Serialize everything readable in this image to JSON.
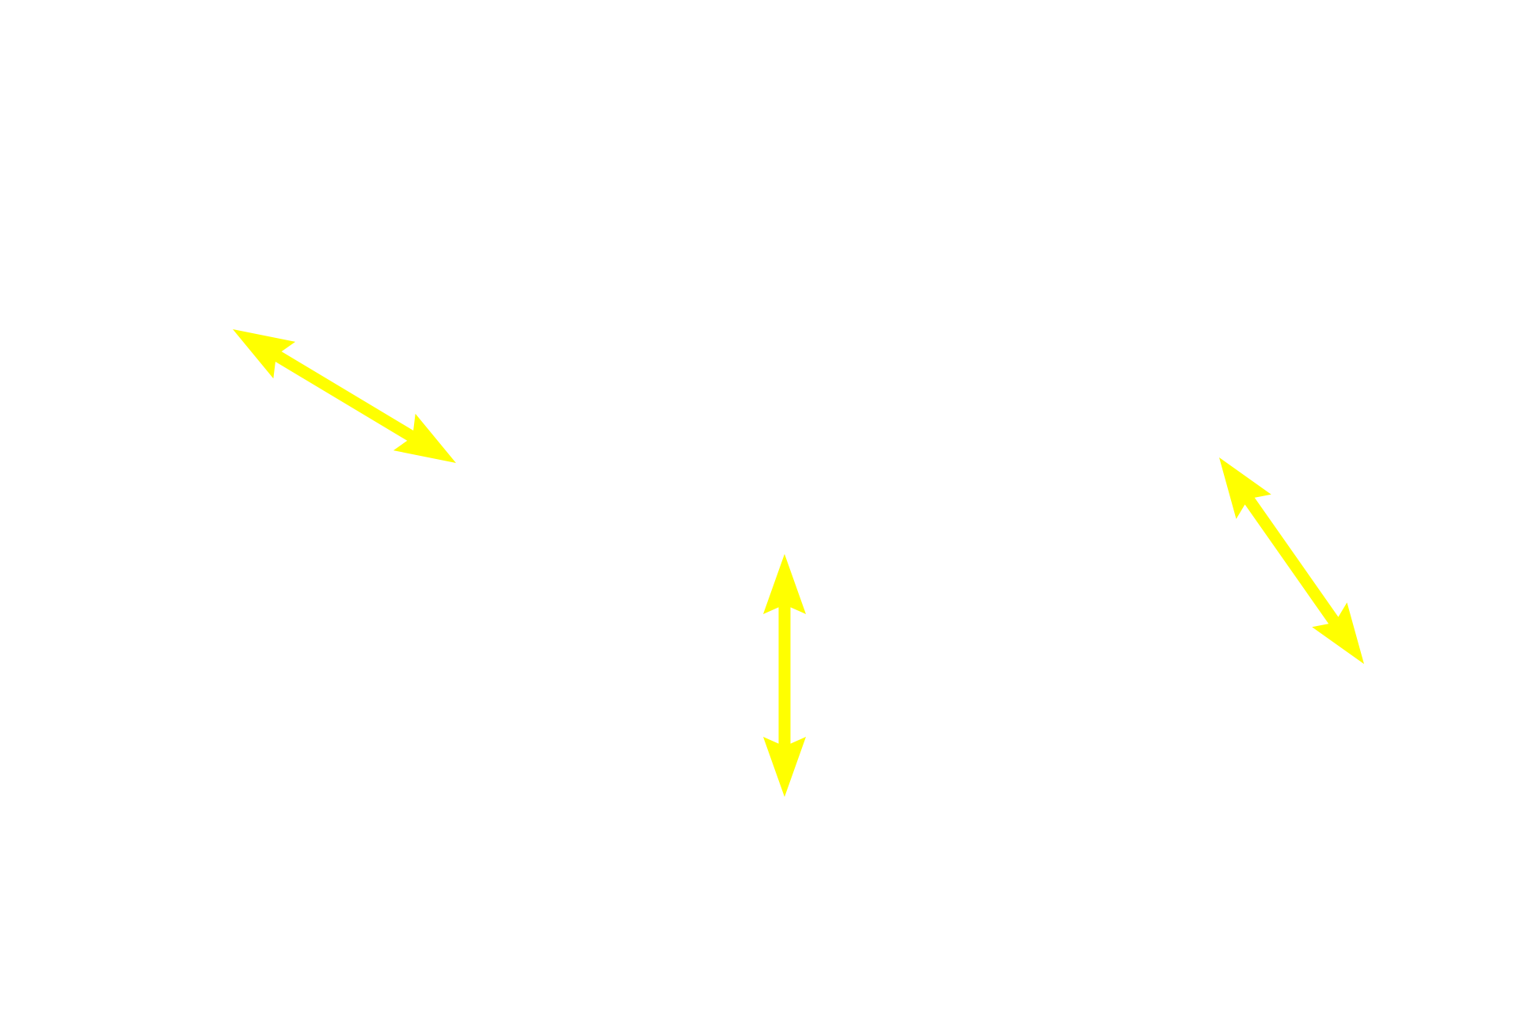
{
  "background_color": "#ffffff",
  "arrow_color": "#ffff00",
  "arrows": [
    {
      "id": "arrow-upper-left",
      "icon": "double-headed-arrow-icon"
    },
    {
      "id": "arrow-center-vertical",
      "icon": "double-headed-arrow-icon"
    },
    {
      "id": "arrow-right-diagonal",
      "icon": "double-headed-arrow-icon"
    }
  ]
}
